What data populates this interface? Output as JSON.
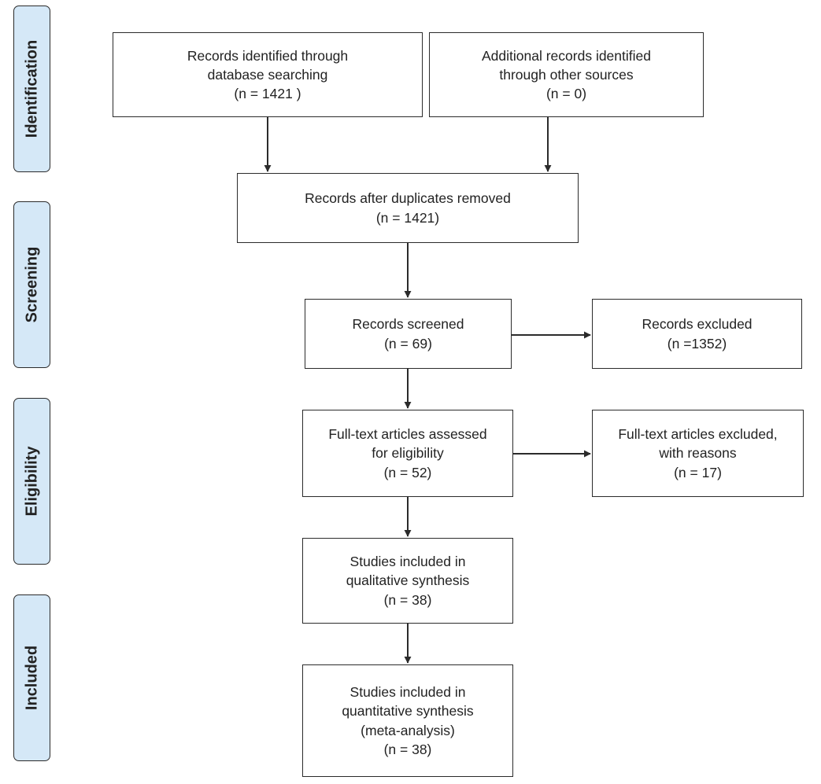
{
  "phases": {
    "identification": "Identification",
    "screening": "Screening",
    "eligibility": "Eligibility",
    "included": "Included"
  },
  "boxes": {
    "database_search": "Records identified through\ndatabase searching\n(n = 1421  )",
    "other_sources": "Additional records identified\nthrough other sources\n(n = 0)",
    "after_duplicates": "Records after duplicates removed\n(n = 1421)",
    "screened": "Records screened\n(n = 69)",
    "excluded": "Records excluded\n(n =1352)",
    "fulltext_assessed": "Full-text articles assessed\nfor eligibility\n(n = 52)",
    "fulltext_excluded": "Full-text articles excluded,\nwith reasons\n(n =  17)",
    "qualitative": "Studies included in\nqualitative synthesis\n(n = 38)",
    "quantitative": "Studies included in\nquantitative synthesis\n(meta-analysis)\n(n = 38)"
  },
  "colors": {
    "phase_fill": "#d5e8f7",
    "stroke": "#2b2b2b"
  }
}
